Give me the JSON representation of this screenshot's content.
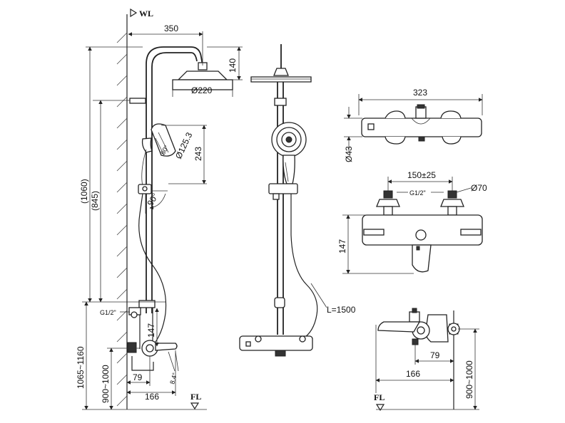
{
  "levels": {
    "wall": "WL",
    "floor_left": "FL",
    "floor_right": "FL"
  },
  "side_view": {
    "arm_length": "350",
    "arm_height": "140",
    "head_diameter": "Ø220",
    "hand_shower_height": "243",
    "hand_shower_diameter": "Ø125.3",
    "hand_angle": "60°",
    "tilt_angle": "90°",
    "total_height": "(1060)",
    "rail_height": "(845)",
    "inlet_thread": "G1/2\"",
    "mixer_height": "147",
    "mounting_height": "1065~1160",
    "mixer_to_floor": "900~1000",
    "wall_offset": "79",
    "spout_reach": "166",
    "spout_angle": "8.4°"
  },
  "front_view": {
    "hose_length": "L=1500"
  },
  "mixer_top": {
    "width": "323",
    "depth": "Ø43"
  },
  "mixer_front": {
    "centers": "150±25",
    "thread": "G1/2\"",
    "escutcheon": "Ø70",
    "height": "147"
  },
  "spout_side": {
    "wall_offset": "79",
    "spout_reach": "166",
    "mounting_height": "900~1000"
  }
}
